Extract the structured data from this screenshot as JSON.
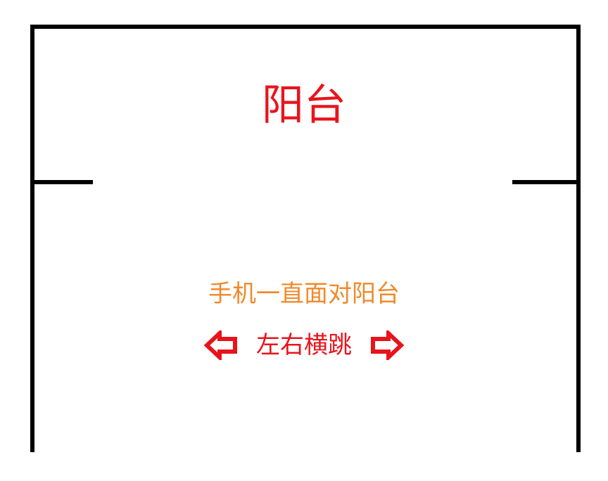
{
  "diagram": {
    "room_label": "阳台",
    "instruction": "手机一直面对阳台",
    "movement_text": "左右横跳",
    "icons": {
      "left": "left-arrow-outline-icon",
      "right": "right-arrow-outline-icon"
    },
    "colors": {
      "walls": "#000000",
      "room_label": "#e8141c",
      "instruction": "#f08a2c",
      "movement_text": "#e8141c",
      "arrows": "#e8141c",
      "background": "#ffffff"
    }
  }
}
